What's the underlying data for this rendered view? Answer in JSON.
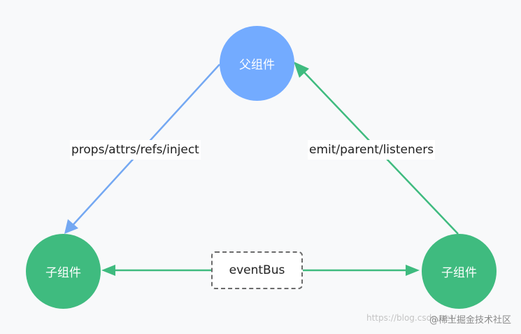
{
  "colors": {
    "parent": "#73abff",
    "child": "#3fbb7f",
    "edge_parent_to_child": "#74a8f2",
    "edge_child": "#3fbb7f",
    "eventbus_border": "#6b6b6b"
  },
  "nodes": {
    "parent": "父组件",
    "child_left": "子组件",
    "child_right": "子组件"
  },
  "edges": {
    "parent_to_child": "props/attrs/refs/inject",
    "child_to_parent": "emit/parent/listeners",
    "between_children": "eventBus"
  },
  "watermark": {
    "url_fragment": "https://blog.csdn.net/...",
    "brand": "@稀土掘金技术社区"
  }
}
